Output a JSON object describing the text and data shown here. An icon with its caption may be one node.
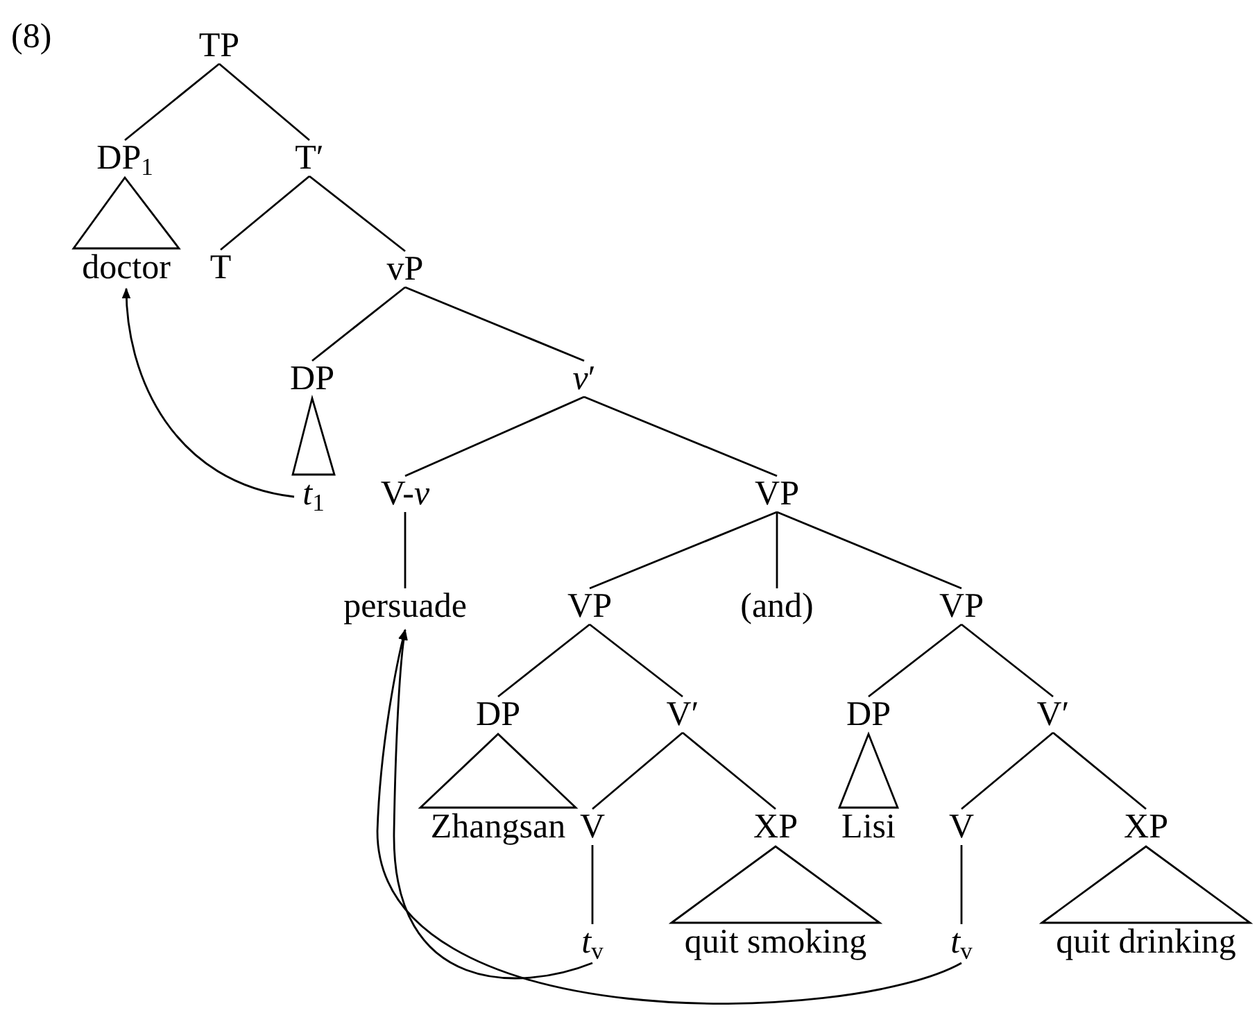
{
  "diagram": {
    "nodes": [
      {
        "text": [
          "TP"
        ]
      },
      {
        "text": [
          "DP$_{1}$"
        ]
      },
      {
        "text": [
          "T′"
        ]
      },
      {
        "text": [
          "doctor"
        ]
      },
      {
        "text": [
          "T"
        ]
      },
      {
        "text": [
          "vP"
        ]
      },
      {
        "text": [
          "DP"
        ]
      },
      {
        "text": [
          "*v*′"
        ]
      },
      {
        "text": [
          "*t*$_{1}$"
        ]
      },
      {
        "text": [
          "V-*v*"
        ]
      },
      {
        "text": [
          "VP"
        ]
      },
      {
        "text": [
          "persuade"
        ]
      },
      {
        "text": [
          "VP"
        ]
      },
      {
        "text": [
          "(and)"
        ]
      },
      {
        "text": [
          "VP"
        ]
      },
      {
        "text": [
          "DP"
        ]
      },
      {
        "text": [
          "V′"
        ]
      },
      {
        "text": [
          "DP"
        ]
      },
      {
        "text": [
          "V′"
        ]
      },
      {
        "text": [
          "Zhangsan"
        ]
      },
      {
        "text": [
          "V"
        ]
      },
      {
        "text": [
          "XP"
        ]
      },
      {
        "text": [
          "Lisi"
        ]
      },
      {
        "text": [
          "V"
        ]
      },
      {
        "text": [
          "XP"
        ]
      },
      {
        "text": [
          "*t*$_{v}$"
        ]
      },
      {
        "text": [
          "quit smoking"
        ]
      },
      {
        "text": [
          "*t*$_{v}$"
        ]
      },
      {
        "text": [
          "quit drinking"
        ]
      }
    ],
    "edges": [
      {
        "from": 0,
        "to": 1,
        "arrow": "none"
      },
      {
        "from": 0,
        "to": 2,
        "arrow": "none"
      },
      {
        "from": 1,
        "to": 3,
        "arrow": "none"
      },
      {
        "from": 2,
        "to": 4,
        "arrow": "none"
      },
      {
        "from": 2,
        "to": 5,
        "arrow": "none"
      },
      {
        "from": 5,
        "to": 6,
        "arrow": "none"
      },
      {
        "from": 5,
        "to": 7,
        "arrow": "none"
      },
      {
        "from": 6,
        "to": 8,
        "arrow": "none"
      },
      {
        "from": 7,
        "to": 9,
        "arrow": "none"
      },
      {
        "from": 7,
        "to": 10,
        "arrow": "none"
      },
      {
        "from": 9,
        "to": 11,
        "arrow": "none"
      },
      {
        "from": 10,
        "to": 12,
        "arrow": "none"
      },
      {
        "from": 10,
        "to": 13,
        "arrow": "none"
      },
      {
        "from": 10,
        "to": 14,
        "arrow": "none"
      },
      {
        "from": 12,
        "to": 15,
        "arrow": "none"
      },
      {
        "from": 12,
        "to": 16,
        "arrow": "none"
      },
      {
        "from": 14,
        "to": 17,
        "arrow": "none"
      },
      {
        "from": 14,
        "to": 18,
        "arrow": "none"
      },
      {
        "from": 15,
        "to": 19,
        "arrow": "none"
      },
      {
        "from": 16,
        "to": 20,
        "arrow": "none"
      },
      {
        "from": 16,
        "to": 21,
        "arrow": "none"
      },
      {
        "from": 17,
        "to": 22,
        "arrow": "none"
      },
      {
        "from": 18,
        "to": 23,
        "arrow": "none"
      },
      {
        "from": 18,
        "to": 24,
        "arrow": "none"
      },
      {
        "from": 20,
        "to": 25,
        "arrow": "none"
      },
      {
        "from": 21,
        "to": 26,
        "arrow": "none"
      },
      {
        "from": 23,
        "to": 27,
        "arrow": "none"
      },
      {
        "from": 24,
        "to": 28,
        "arrow": "none"
      },
      {
        "from": 8,
        "to": 3,
        "arrow": "to"
      },
      {
        "from": 25,
        "to": 11,
        "arrow": "to"
      },
      {
        "from": 27,
        "to": 11,
        "arrow": "to"
      }
    ],
    "labels": [
      "(8)"
    ]
  }
}
